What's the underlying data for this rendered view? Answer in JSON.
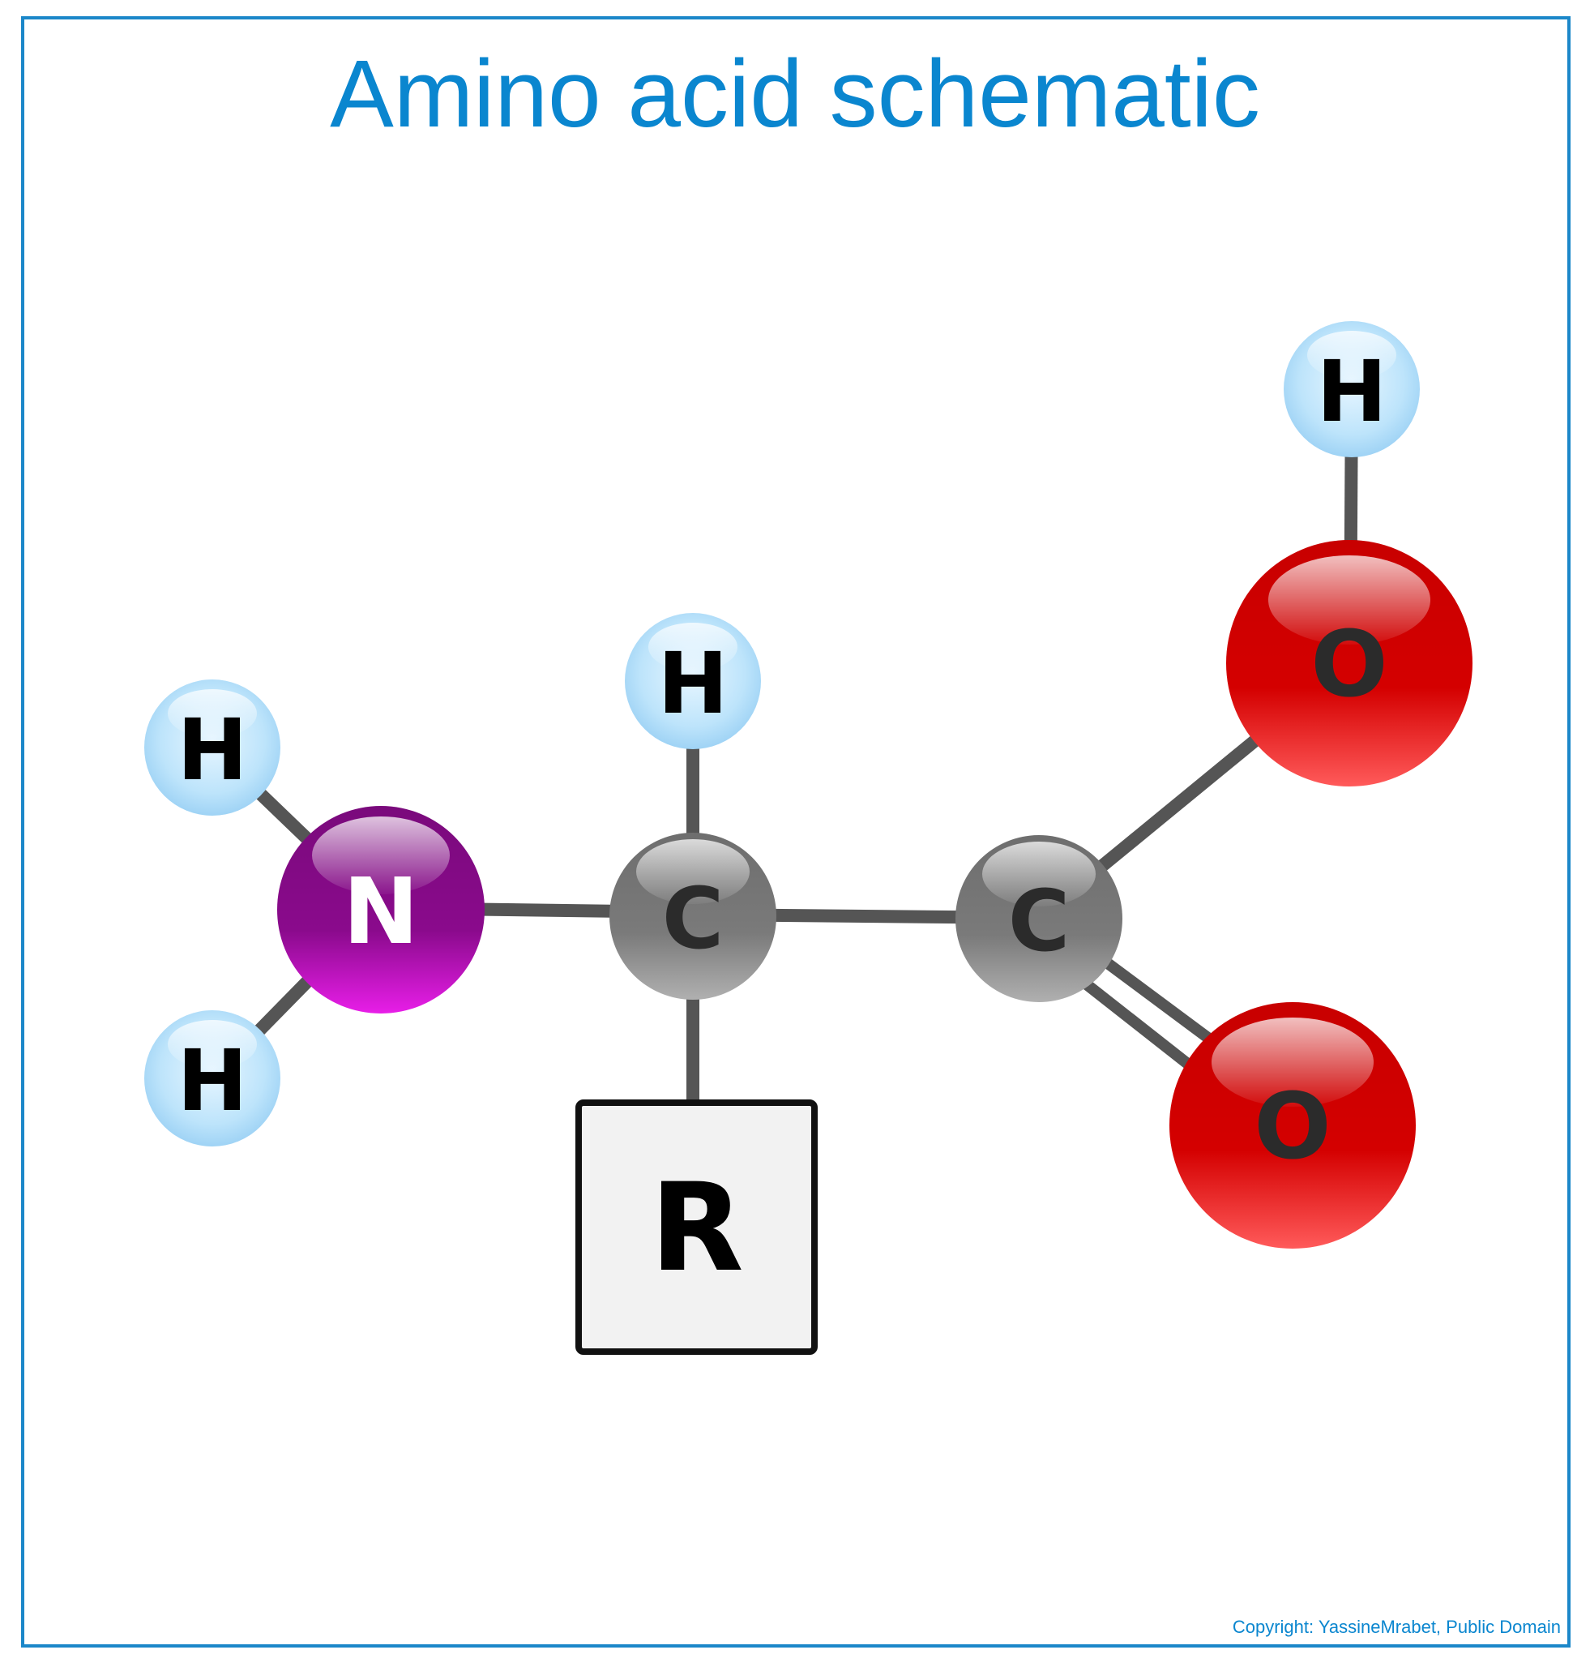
{
  "title": "Amino acid schematic",
  "copyright": "Copyright: YassineMrabet, Public Domain",
  "atoms": {
    "h_amine_top": "H",
    "h_amine_bottom": "H",
    "nitrogen": "N",
    "alpha_carbon": "C",
    "h_alpha": "H",
    "carboxyl_carbon": "C",
    "oxygen_hydroxyl": "O",
    "h_hydroxyl": "H",
    "oxygen_carbonyl": "O",
    "side_chain": "R"
  },
  "colors": {
    "hydrogen": "#bde4fb",
    "nitrogen": "#8a0a8c",
    "carbon": "#7a7a7a",
    "oxygen": "#d40000",
    "bond": "#555555",
    "side_chain_box": "#f2f2f2",
    "title": "#0a86cf",
    "frame": "#1b87c9"
  }
}
